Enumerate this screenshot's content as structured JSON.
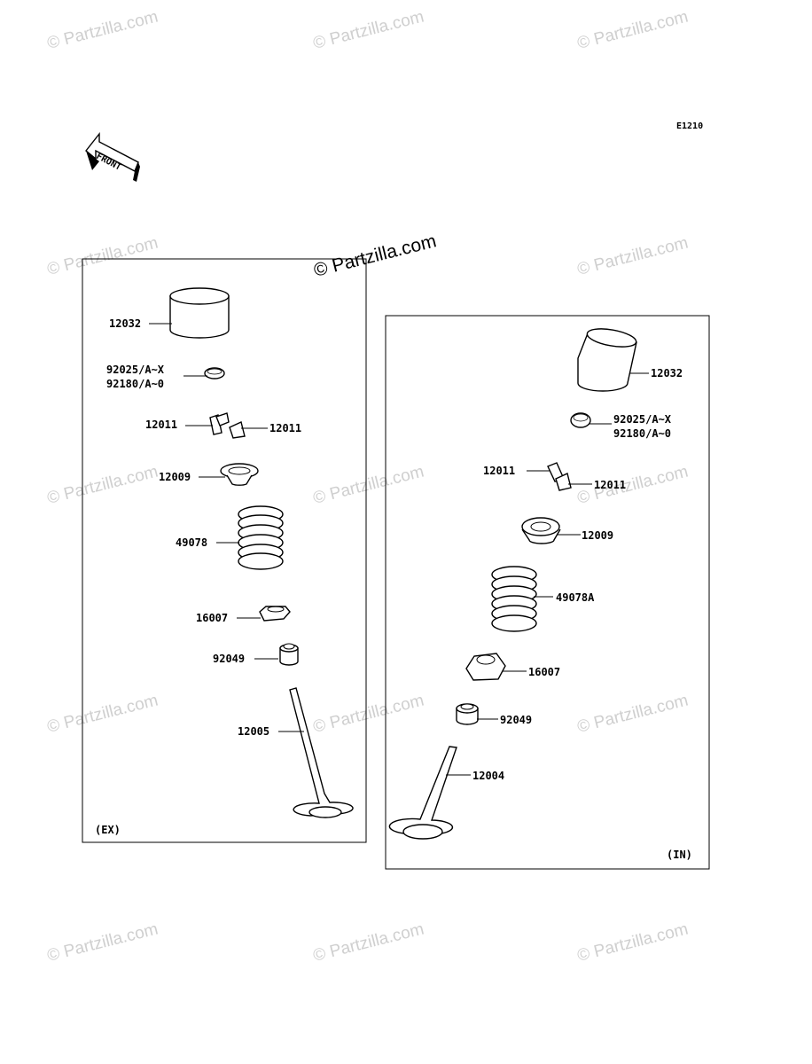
{
  "diagram_code": "E1210",
  "front_arrow_text": "FRONT",
  "main_watermark": "© Partzilla.com",
  "watermark_text": "© Partzilla.com",
  "exhaust_panel": {
    "side_label": "(EX)",
    "parts": {
      "tappet": "12032",
      "shim_a": "92025/A~X",
      "shim_b": "92180/A~0",
      "cotter_left": "12011",
      "cotter_right": "12011",
      "retainer": "12009",
      "spring": "49078",
      "spring_seat": "16007",
      "stem_seal": "92049",
      "valve": "12005"
    }
  },
  "intake_panel": {
    "side_label": "(IN)",
    "parts": {
      "tappet": "12032",
      "shim_a": "92025/A~X",
      "shim_b": "92180/A~0",
      "cotter_left": "12011",
      "cotter_right": "12011",
      "retainer": "12009",
      "spring": "49078A",
      "spring_seat": "16007",
      "stem_seal": "92049",
      "valve": "12004"
    }
  }
}
